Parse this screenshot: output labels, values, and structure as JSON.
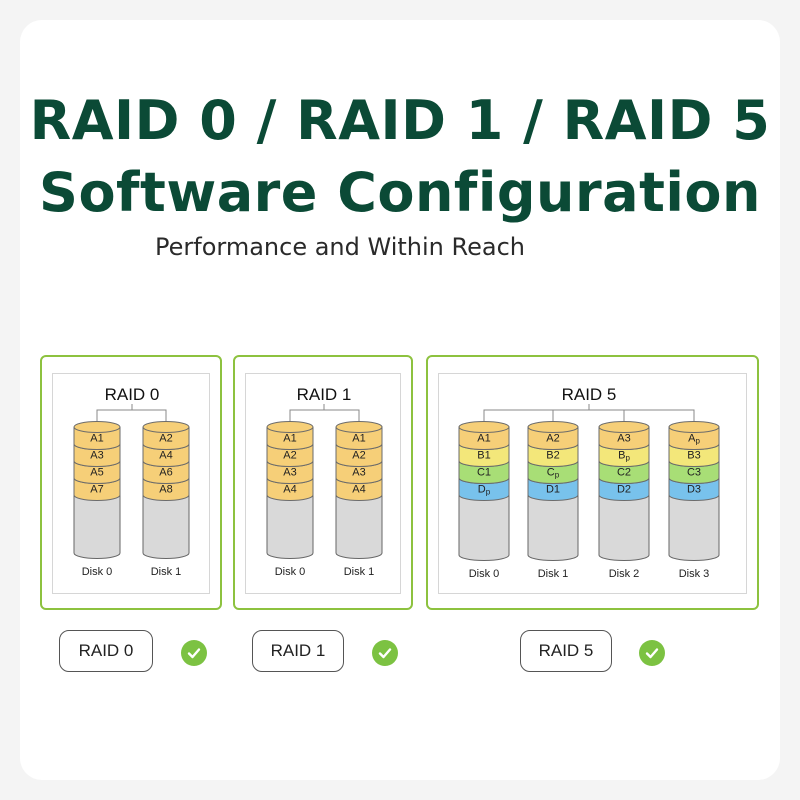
{
  "title_line1": "RAID 0 / RAID 1 / RAID 5",
  "title_line2": "Software Configuration",
  "subtitle": "Performance and Within Reach",
  "colors": {
    "title": "#0b4a36",
    "panel_border": "#8dc23f",
    "check": "#7cc242",
    "block_a": "#f6cf78",
    "block_b": "#f3e77a",
    "block_c": "#a8de76",
    "block_d": "#78c2ec",
    "disk_body": "#d9d9d9"
  },
  "raid0": {
    "label": "RAID 0",
    "disks": [
      {
        "name": "Disk 0",
        "blocks": [
          "A1",
          "A3",
          "A5",
          "A7"
        ]
      },
      {
        "name": "Disk 1",
        "blocks": [
          "A2",
          "A4",
          "A6",
          "A8"
        ]
      }
    ]
  },
  "raid1": {
    "label": "RAID 1",
    "disks": [
      {
        "name": "Disk 0",
        "blocks": [
          "A1",
          "A2",
          "A3",
          "A4"
        ]
      },
      {
        "name": "Disk 1",
        "blocks": [
          "A1",
          "A2",
          "A3",
          "A4"
        ]
      }
    ]
  },
  "raid5": {
    "label": "RAID 5",
    "disks": [
      {
        "name": "Disk 0",
        "blocks": [
          [
            "A",
            "1"
          ],
          [
            "B",
            "1"
          ],
          [
            "C",
            "1"
          ],
          [
            "D",
            "p"
          ]
        ]
      },
      {
        "name": "Disk 1",
        "blocks": [
          [
            "A",
            "2"
          ],
          [
            "B",
            "2"
          ],
          [
            "C",
            "p"
          ],
          [
            "D",
            "1"
          ]
        ]
      },
      {
        "name": "Disk 2",
        "blocks": [
          [
            "A",
            "3"
          ],
          [
            "B",
            "p"
          ],
          [
            "C",
            "2"
          ],
          [
            "D",
            "2"
          ]
        ]
      },
      {
        "name": "Disk 3",
        "blocks": [
          [
            "A",
            "p"
          ],
          [
            "B",
            "3"
          ],
          [
            "C",
            "3"
          ],
          [
            "D",
            "3"
          ]
        ]
      }
    ]
  },
  "badges": [
    {
      "label": "RAID 0",
      "icon": "check-circle-icon"
    },
    {
      "label": "RAID 1",
      "icon": "check-circle-icon"
    },
    {
      "label": "RAID 5",
      "icon": "check-circle-icon"
    }
  ]
}
